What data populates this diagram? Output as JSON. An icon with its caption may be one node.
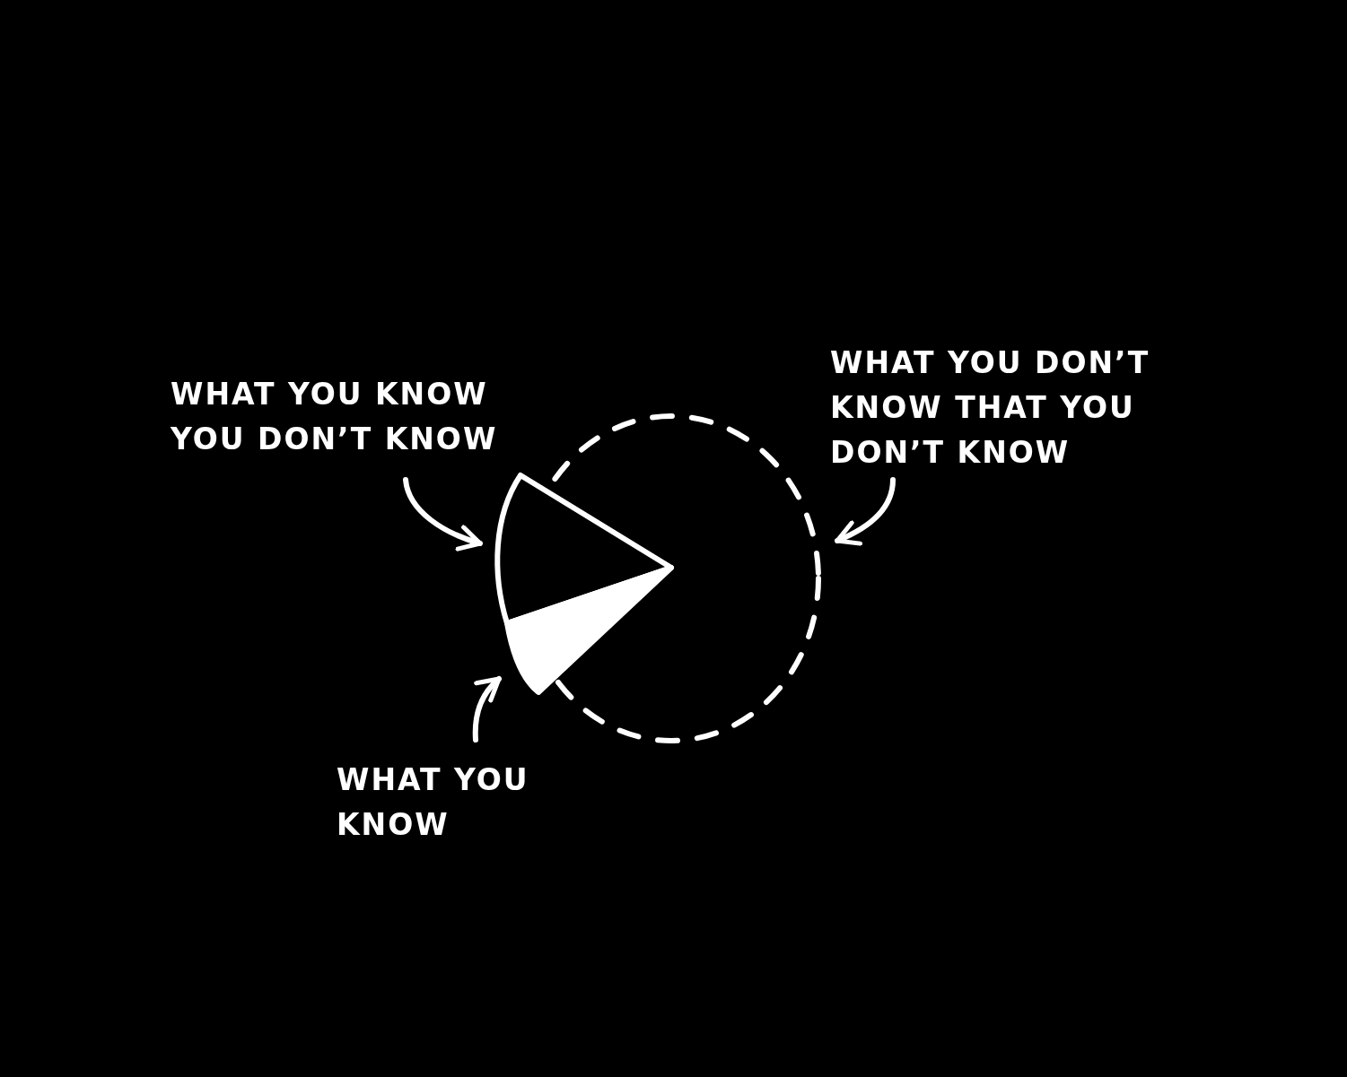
{
  "diagram": {
    "nodes": [
      {
        "text": [
          "WHAT YOU KNOW YOU DON’T KNOW"
        ]
      },
      {
        "text": [
          "WHAT YOU DON’T KNOW THAT YOU DON’T KNOW"
        ]
      },
      {
        "text": [
          "WHAT YOU KNOW"
        ]
      },
      {
        "text": [],
        "shape": "circle"
      },
      {
        "text": [],
        "shape": "sector"
      },
      {
        "text": [],
        "shape": "sector"
      }
    ],
    "edges": [
      {
        "from": 0,
        "to": 4,
        "arrow": "to"
      },
      {
        "from": 1,
        "to": 3,
        "arrow": "to"
      },
      {
        "from": 2,
        "to": 5,
        "arrow": "to"
      }
    ]
  }
}
